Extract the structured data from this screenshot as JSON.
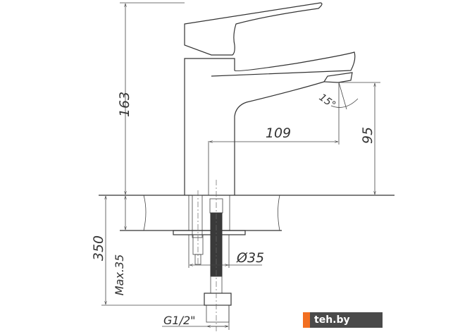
{
  "drawing": {
    "title": "Faucet dimension drawing",
    "dimensions": {
      "total_height": "163",
      "spout_reach": "109",
      "spout_height": "95",
      "spout_angle": "15°",
      "hose_length": "350",
      "max_counter_thickness": "Max.35",
      "hole_diameter": "Ø35",
      "connection_thread": "G1/2\""
    }
  },
  "watermark": {
    "text": "teh.by",
    "accent_color": "#f26f21",
    "bg_color": "#4a4a4a"
  }
}
